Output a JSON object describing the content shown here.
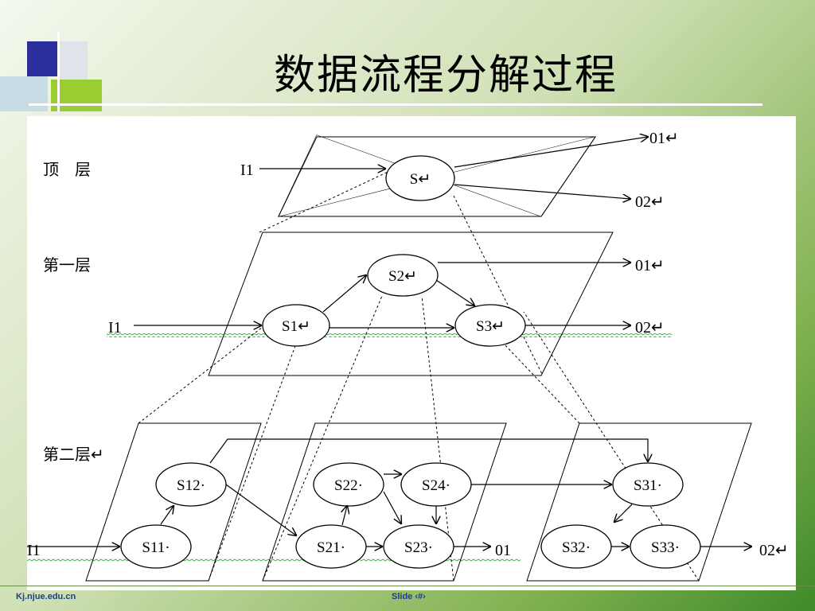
{
  "slide": {
    "title": "数据流程分解过程",
    "footer_left": "Kj.njue.edu.cn",
    "footer_center": "Slide ‹#›"
  },
  "diagram": {
    "layers": {
      "top": "顶　层",
      "first": "第一层",
      "second": "第二层↵"
    },
    "inputs": {
      "i1": "I1"
    },
    "outputs": {
      "o1_top": "01↵",
      "o2_top": "02↵",
      "o1": "01↵",
      "o2": "02↵",
      "o1_bottom": "01",
      "o2_bottom": "02↵"
    },
    "processes": {
      "s": "S↵",
      "s1": "S1↵",
      "s2": "S2↵",
      "s3": "S3↵",
      "s11": "S11·",
      "s12": "S12·",
      "s21": "S21·",
      "s22": "S22·",
      "s23": "S23·",
      "s24": "S24·",
      "s31": "S31·",
      "s32": "S32·",
      "s33": "S33·"
    }
  },
  "colors": {
    "accent_blue": "#2b2f9e",
    "accent_green": "#9acd32",
    "squiggle": "#3cb043"
  }
}
